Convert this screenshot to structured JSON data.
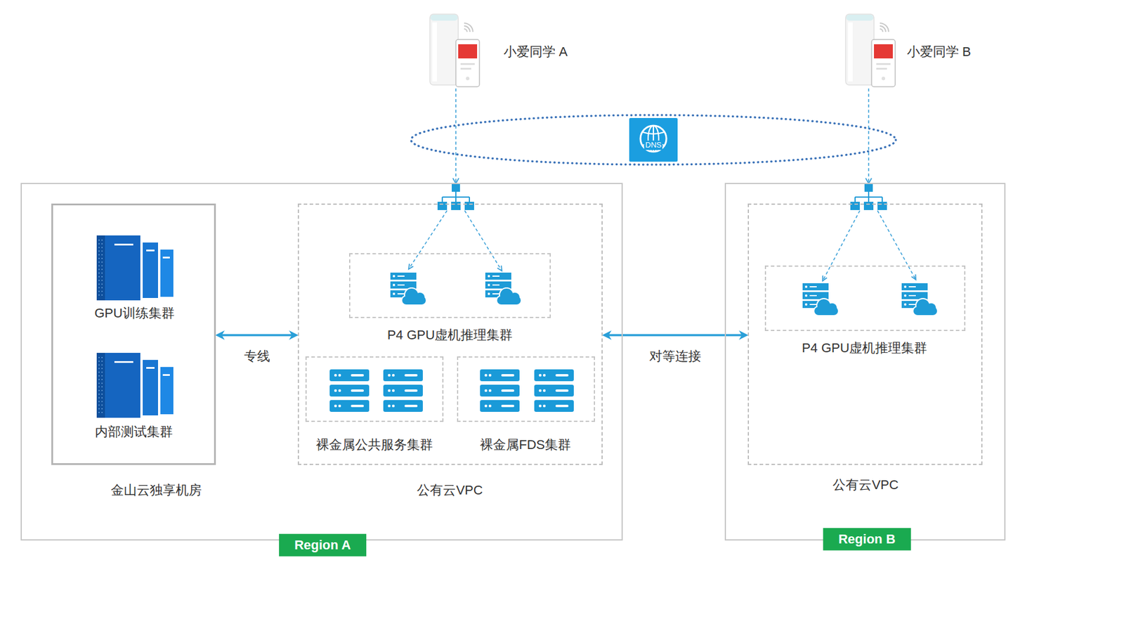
{
  "diagram": {
    "nodes": [
      {
        "text": [
          "小爱同学 A"
        ]
      },
      {
        "text": [
          "小爱同学 B"
        ]
      },
      {
        "text": [
          "DNS"
        ]
      },
      {
        "text": [
          "Region A"
        ]
      },
      {
        "text": [
          "GPU训练集群",
          "内部测试集群",
          "金山云独享机房"
        ],
        "in": 3
      },
      {
        "text": [
          "公有云VPC"
        ],
        "in": 3
      },
      {
        "text": [
          "P4 GPU虚机推理集群"
        ],
        "in": 5
      },
      {
        "text": [
          "裸金属公共服务集群"
        ],
        "in": 5
      },
      {
        "text": [
          "裸金属FDS集群"
        ],
        "in": 5
      },
      {
        "text": [
          "Region B"
        ]
      },
      {
        "text": [
          "公有云VPC"
        ],
        "in": 9
      },
      {
        "text": [
          "P4 GPU虚机推理集群"
        ],
        "in": 10
      }
    ],
    "edges": [
      {
        "from": 0,
        "to": 3,
        "arrow": "to"
      },
      {
        "from": 1,
        "to": 9,
        "arrow": "to"
      },
      {
        "from": 4,
        "to": 5,
        "label": "专线",
        "arrow": "both"
      },
      {
        "from": 5,
        "to": 10,
        "label": "对等连接",
        "arrow": "both"
      }
    ]
  }
}
